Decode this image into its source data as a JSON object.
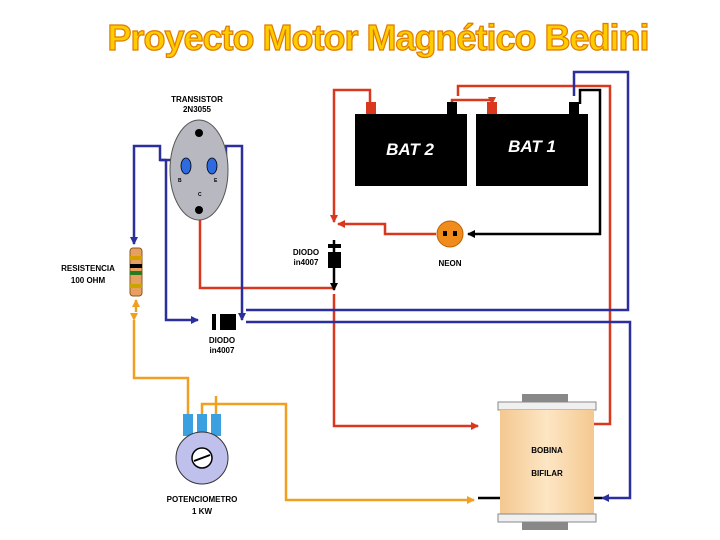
{
  "title": "Proyecto Motor Magnético Bedini",
  "labels": {
    "transistor": [
      "TRANSISTOR",
      "2N3055"
    ],
    "resistor": [
      "RESISTENCIA",
      "100 OHM"
    ],
    "diode_top": [
      "DIODO",
      "in4007"
    ],
    "diode_bottom": [
      "DIODO",
      "in4007"
    ],
    "neon": "NEON",
    "battery_2": "BAT 2",
    "battery_1": "BAT 1",
    "coil": [
      "BOBINA",
      "BIFILAR"
    ],
    "potentiometer": [
      "POTENCIOMETRO",
      "1 KW"
    ],
    "transistor_pins": [
      "B",
      "E",
      "C"
    ]
  },
  "colors": {
    "wire_red": "#d9381e",
    "wire_blue": "#2b2f9e",
    "wire_orange": "#f0a020",
    "wire_black": "#000000",
    "title_fill": "#ffcc00",
    "title_stroke": "#e07a00",
    "battery": "#000000",
    "transistor_body": "#b8b8c0",
    "neon": "#f08c1c",
    "coil": "#f8d8a8",
    "potentiometer": "#c0c0ec"
  }
}
